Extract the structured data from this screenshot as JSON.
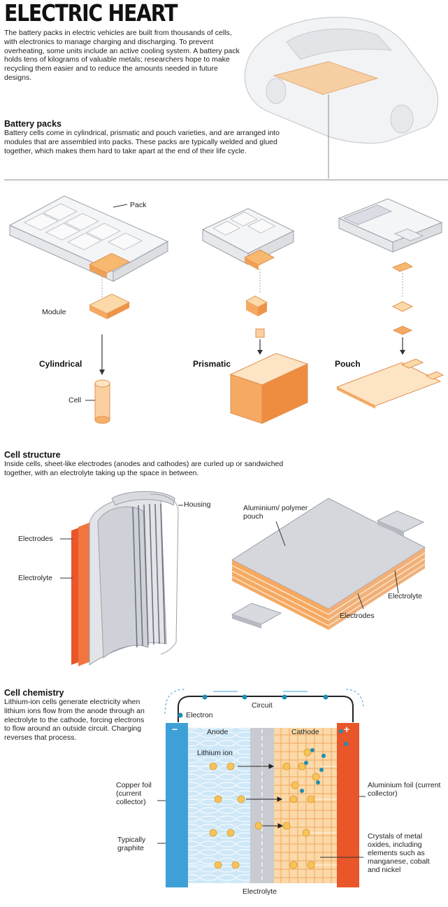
{
  "title": "ELECTRIC HEART",
  "intro": "The battery packs in electric vehicles are built from thousands of cells, with electronics to manage charging and discharging. To prevent overheating, some units include an active cooling system. A battery pack holds tens of kilograms of valuable metals; researchers hope to make recycling them easier and to reduce the amounts needed in future designs.",
  "battery_packs": {
    "heading": "Battery packs",
    "text": "Battery cells come in cylindrical, prismatic and pouch varieties, and are arranged into modules that are assembled into packs. These packs are typically welded and glued together, which makes them hard to take apart at the end of their life cycle.",
    "labels": {
      "pack": "Pack",
      "module": "Module",
      "cell": "Cell"
    },
    "types": [
      "Cylindrical",
      "Prismatic",
      "Pouch"
    ]
  },
  "cell_structure": {
    "heading": "Cell structure",
    "text": "Inside cells, sheet-like electrodes (anodes and cathodes) are curled up or sandwiched together, with an electrolyte taking up the space in between.",
    "labels": {
      "housing": "Housing",
      "electrodes_left": "Electrodes",
      "electrolyte_left": "Electrolyte",
      "pouch": "Aluminium/ polymer pouch",
      "electrolyte_right": "Electrolyte",
      "electrodes_right": "Electrodes"
    }
  },
  "cell_chemistry": {
    "heading": "Cell chemistry",
    "text": "Lithium-ion cells generate electricity when lithium ions flow from the anode through an electrolyte to the cathode, forcing electrons to flow around an outside circuit. Charging reverses that process.",
    "labels": {
      "circuit": "Circuit",
      "electron": "Electron",
      "anode": "Anode",
      "cathode": "Cathode",
      "lithium_ion": "Lithium ion",
      "copper_foil": "Copper foil (current collector)",
      "graphite": "Typically graphite",
      "aluminium_foil": "Aluminium foil (current collector)",
      "crystals": "Crystals of metal oxides, including elements such as manganese, cobalt and nickel",
      "electrolyte": "Electrolyte",
      "minus": "−",
      "plus": "+"
    }
  },
  "colors": {
    "orange_light": "#fbd9a8",
    "orange": "#f5a962",
    "orange_dark": "#e8562a",
    "blue": "#3fa0d8",
    "blue_light": "#cfe8f7",
    "grey": "#c9cbd2",
    "yellow": "#f7c45a",
    "teal": "#1f8fb0"
  }
}
